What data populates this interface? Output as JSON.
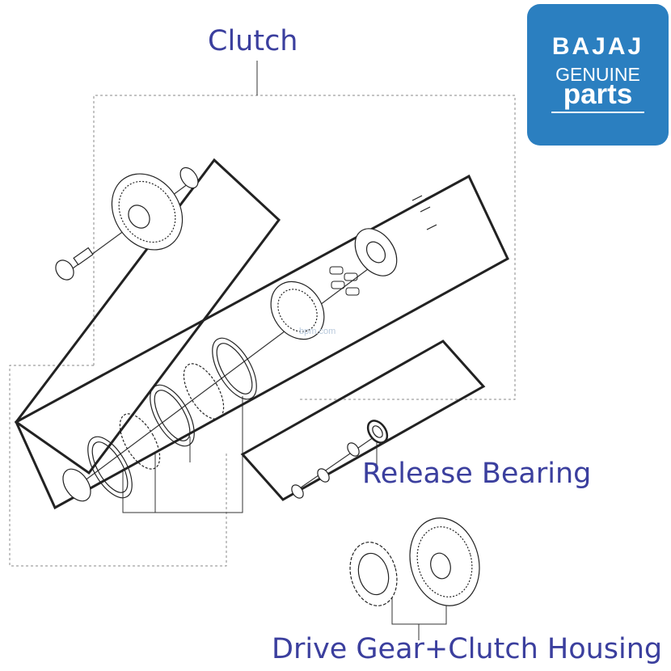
{
  "labels": {
    "clutch": "Clutch",
    "release_bearing": "Release Bearing",
    "drive_gear_housing": "Drive Gear+Clutch Housing"
  },
  "logo": {
    "brand": "BAJAJ",
    "line1": "GENUINE",
    "line2": "parts"
  },
  "watermark": "bpm.com",
  "colors": {
    "callout_text": "#3b3f9e",
    "logo_background": "#2b7fc0",
    "line_art": "#222222",
    "dashed_frame": "#888888"
  }
}
